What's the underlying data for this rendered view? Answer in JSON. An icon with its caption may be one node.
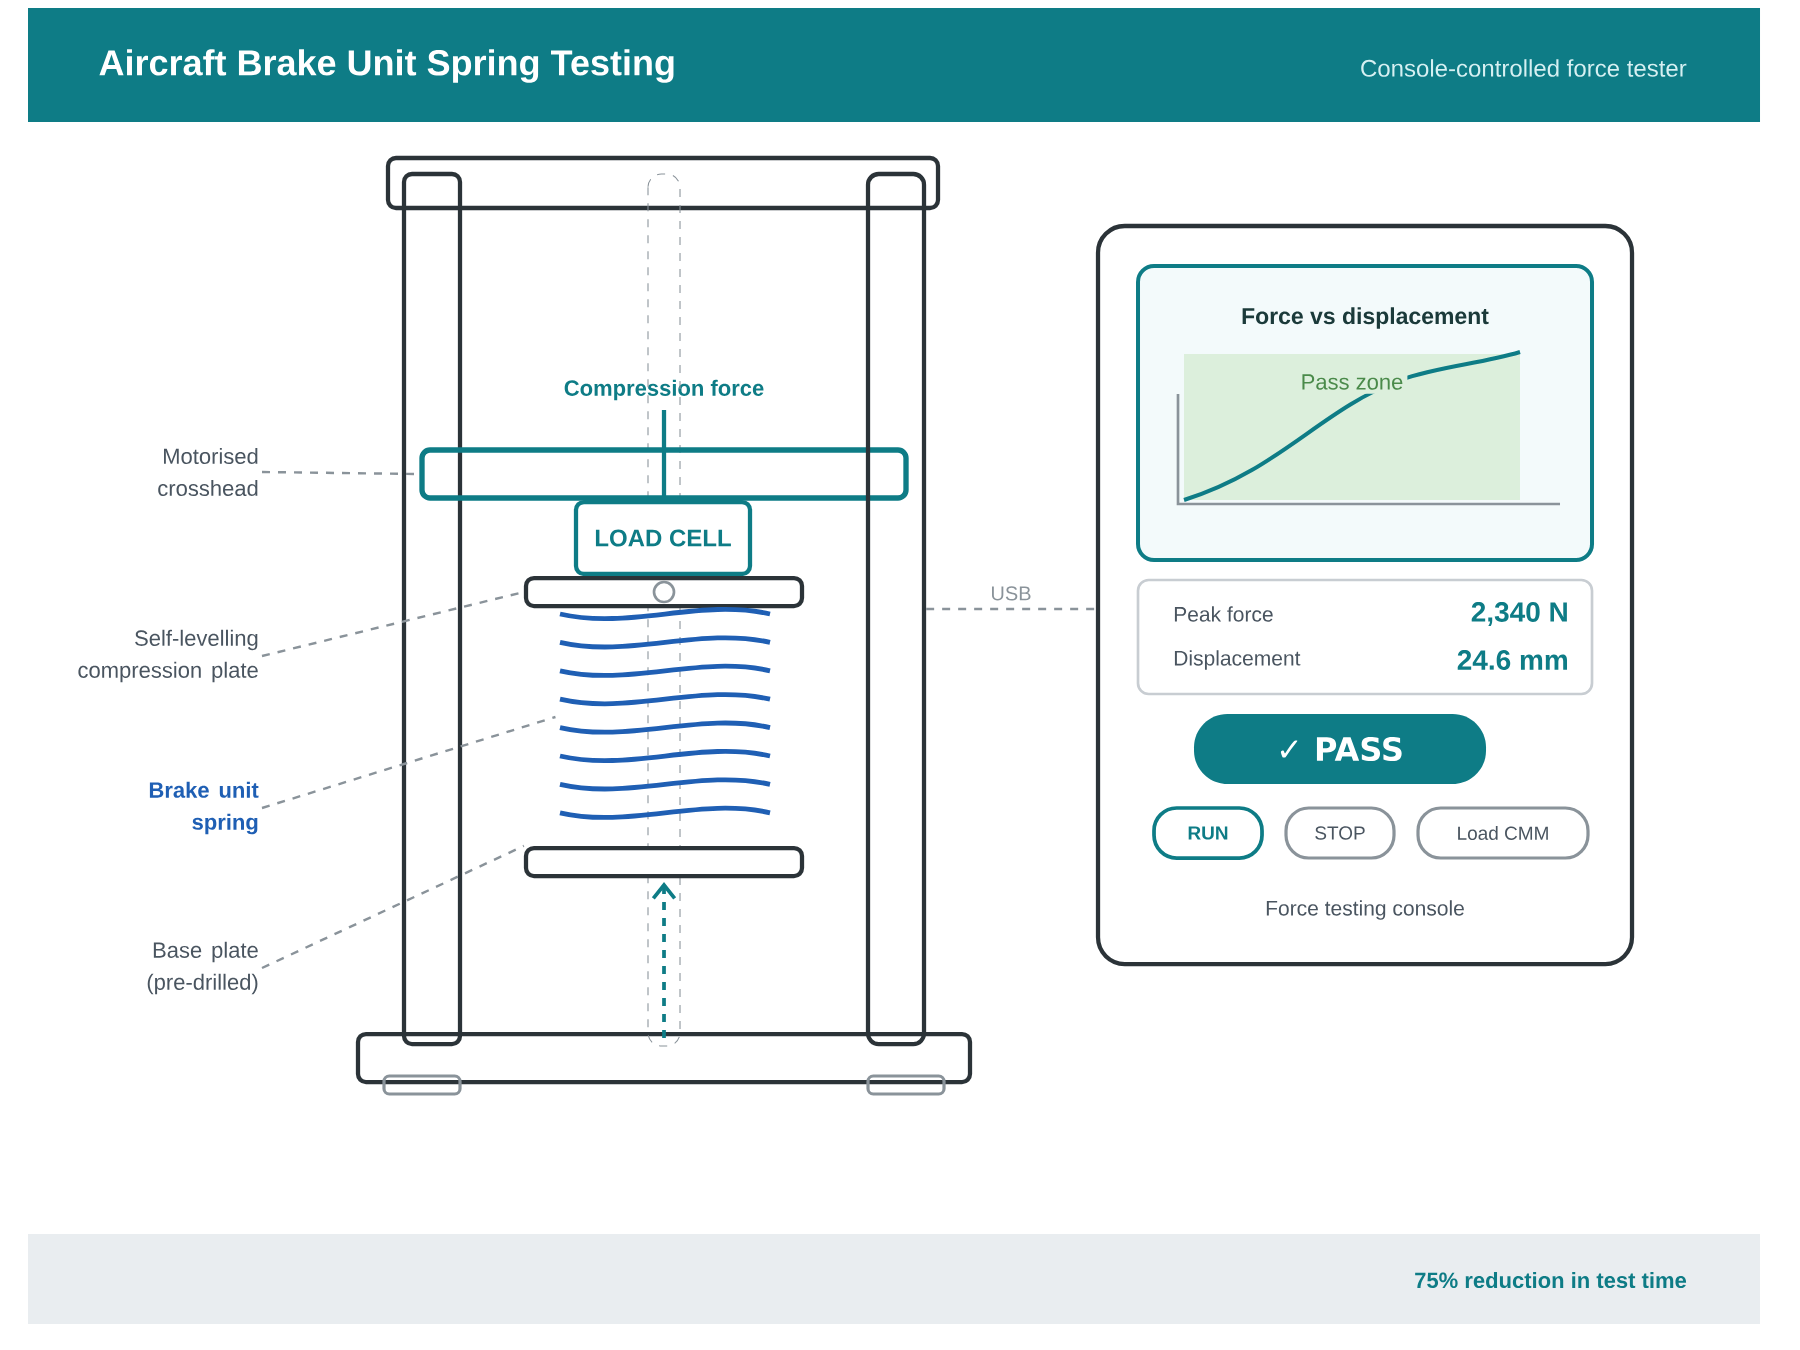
{
  "diagram": {
    "title": "Aircraft Brake Unit Spring Testing",
    "nodes": [
      {
        "text": [
          "Motorised crosshead"
        ]
      },
      {
        "text": [],
        "shape": "box"
      },
      {
        "text": [
          "LOAD CELL"
        ]
      },
      {
        "text": [
          "Self-levelling compression plate"
        ]
      },
      {
        "text": [],
        "shape": "bar"
      },
      {
        "text": [
          "Brake unit spring"
        ]
      },
      {
        "text": [],
        "shape": "spring"
      },
      {
        "text": [
          "Base plate (pre-drilled)"
        ]
      },
      {
        "text": [],
        "shape": "bar"
      },
      {
        "text": [],
        "shape": "bar"
      },
      {
        "text": [
          "Force testing console"
        ]
      },
      {
        "text": [
          "Force vs displacement"
        ],
        "in": 10
      },
      {
        "text": [
          "Pass zone"
        ],
        "in": 11
      },
      {
        "text": [
          "Peak force",
          "2,340 N",
          "Displacement",
          "24.6 mm"
        ],
        "in": 10
      },
      {
        "text": [
          "✓ PASS"
        ],
        "in": 10
      },
      {
        "text": [
          "RUN"
        ],
        "in": 10
      },
      {
        "text": [
          "STOP"
        ],
        "in": 10
      },
      {
        "text": [
          "Load CMM"
        ],
        "in": 10
      }
    ],
    "edges": [
      {
        "from": 0,
        "to": 1,
        "arrow": "none",
        "style": "dashed"
      },
      {
        "from": 3,
        "to": 4,
        "arrow": "none",
        "style": "dashed"
      },
      {
        "from": 5,
        "to": 6,
        "arrow": "none",
        "style": "dashed"
      },
      {
        "from": 7,
        "to": 8,
        "arrow": "none",
        "style": "dashed"
      },
      {
        "from": 9,
        "to": 10,
        "arrow": "none",
        "style": "dashed",
        "label": "USB"
      }
    ],
    "labels": [
      "Console-controlled force tester",
      "Compression force",
      "75% reduction in test time"
    ]
  }
}
